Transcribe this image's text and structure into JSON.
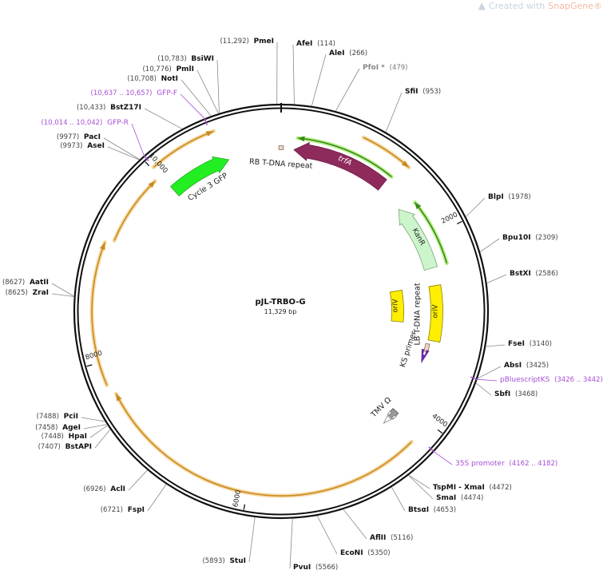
{
  "branding": {
    "prefix": "Created with ",
    "brand": "SnapGene®"
  },
  "map": {
    "name": "pJL-TRBO-G",
    "length_label": "11,329 bp",
    "length_bp": 11329
  },
  "ticks": [
    {
      "bp": 2000,
      "label": "2000"
    },
    {
      "bp": 4000,
      "label": "4000"
    },
    {
      "bp": 6000,
      "label": "6000"
    },
    {
      "bp": 8000,
      "label": "8000"
    },
    {
      "bp": 10000,
      "label": "10,000"
    }
  ],
  "sites": [
    {
      "name": "PmeI",
      "pos": "(11,292)",
      "bp": 11292,
      "kind": "enzyme"
    },
    {
      "name": "AfeI",
      "pos": "(114)",
      "bp": 114,
      "kind": "enzyme"
    },
    {
      "name": "AleI",
      "pos": "(266)",
      "bp": 266,
      "kind": "enzyme"
    },
    {
      "name": "PfoI *",
      "pos": "(479)",
      "bp": 479,
      "kind": "grey"
    },
    {
      "name": "SfiI",
      "pos": "(953)",
      "bp": 953,
      "kind": "enzyme"
    },
    {
      "name": "BlpI",
      "pos": "(1978)",
      "bp": 1978,
      "kind": "enzyme"
    },
    {
      "name": "Bpu10I",
      "pos": "(2309)",
      "bp": 2309,
      "kind": "enzyme"
    },
    {
      "name": "BstXI",
      "pos": "(2586)",
      "bp": 2586,
      "kind": "enzyme"
    },
    {
      "name": "FseI",
      "pos": "(3140)",
      "bp": 3140,
      "kind": "enzyme"
    },
    {
      "name": "AbsI",
      "pos": "(3425)",
      "bp": 3425,
      "kind": "enzyme"
    },
    {
      "name": "pBluescriptKS",
      "pos": "(3426 .. 3442)",
      "bp": 3434,
      "kind": "primer"
    },
    {
      "name": "SbfI",
      "pos": "(3468)",
      "bp": 3468,
      "kind": "enzyme"
    },
    {
      "name": "35S promoter",
      "pos": "(4162 .. 4182)",
      "bp": 4172,
      "kind": "primer"
    },
    {
      "name": "TspMI - XmaI",
      "pos": "(4472)",
      "bp": 4472,
      "kind": "enzyme"
    },
    {
      "name": "SmaI",
      "pos": "(4474)",
      "bp": 4474,
      "kind": "enzyme"
    },
    {
      "name": "BtsαI",
      "pos": "(4653)",
      "bp": 4653,
      "kind": "enzyme"
    },
    {
      "name": "AflII",
      "pos": "(5116)",
      "bp": 5116,
      "kind": "enzyme"
    },
    {
      "name": "EcoNI",
      "pos": "(5350)",
      "bp": 5350,
      "kind": "enzyme"
    },
    {
      "name": "PvuI",
      "pos": "(5566)",
      "bp": 5566,
      "kind": "enzyme"
    },
    {
      "name": "StuI",
      "pos": "(5893)",
      "bp": 5893,
      "kind": "enzyme"
    },
    {
      "name": "FspI",
      "pos": "(6721)",
      "bp": 6721,
      "kind": "enzyme"
    },
    {
      "name": "AclI",
      "pos": "(6926)",
      "bp": 6926,
      "kind": "enzyme"
    },
    {
      "name": "PciI",
      "pos": "(7488)",
      "bp": 7488,
      "kind": "enzyme"
    },
    {
      "name": "AgeI",
      "pos": "(7458)",
      "bp": 7458,
      "kind": "enzyme"
    },
    {
      "name": "HpaI",
      "pos": "(7448)",
      "bp": 7448,
      "kind": "enzyme"
    },
    {
      "name": "BstAPI",
      "pos": "(7407)",
      "bp": 7407,
      "kind": "enzyme"
    },
    {
      "name": "AatII",
      "pos": "(8627)",
      "bp": 8627,
      "kind": "enzyme"
    },
    {
      "name": "ZraI",
      "pos": "(8625)",
      "bp": 8625,
      "kind": "enzyme"
    },
    {
      "name": "PacI",
      "pos": "(9977)",
      "bp": 9977,
      "kind": "enzyme"
    },
    {
      "name": "AseI",
      "pos": "(9973)",
      "bp": 9973,
      "kind": "enzyme"
    },
    {
      "name": "GFP-R",
      "pos": "(10,014 .. 10,042)",
      "bp": 10028,
      "kind": "primer"
    },
    {
      "name": "BstZ17I",
      "pos": "(10,433)",
      "bp": 10433,
      "kind": "enzyme"
    },
    {
      "name": "GFP-F",
      "pos": "(10,637 .. 10,657)",
      "bp": 10647,
      "kind": "primer"
    },
    {
      "name": "NotI",
      "pos": "(10,708)",
      "bp": 10708,
      "kind": "enzyme"
    },
    {
      "name": "PmlI",
      "pos": "(10,776)",
      "bp": 10776,
      "kind": "enzyme"
    },
    {
      "name": "BsiWI",
      "pos": "(10,783)",
      "bp": 10783,
      "kind": "enzyme"
    }
  ],
  "features": {
    "rb_repeat": "RB T-DNA repeat",
    "trfA": "trfA",
    "gfp": "Cycle 3 GFP",
    "kanR": "KanR",
    "oriV_inner": "oriV",
    "oriV_outer": "oriV",
    "lb_repeat": "LB T-DNA repeat",
    "ks_primer": "KS primer",
    "tmv": "TMV Ω"
  },
  "colors": {
    "orf": "#c98a1e",
    "orf_glow": "#f6d9a6",
    "trfA": "#8e2a5c",
    "gfp": "#22ee22",
    "kanR": "#ccf5cc",
    "green_line": "#3a8a1a",
    "green_glow": "#b8f08a",
    "oriV": "#ffee00",
    "primer": "#a64fd6"
  }
}
